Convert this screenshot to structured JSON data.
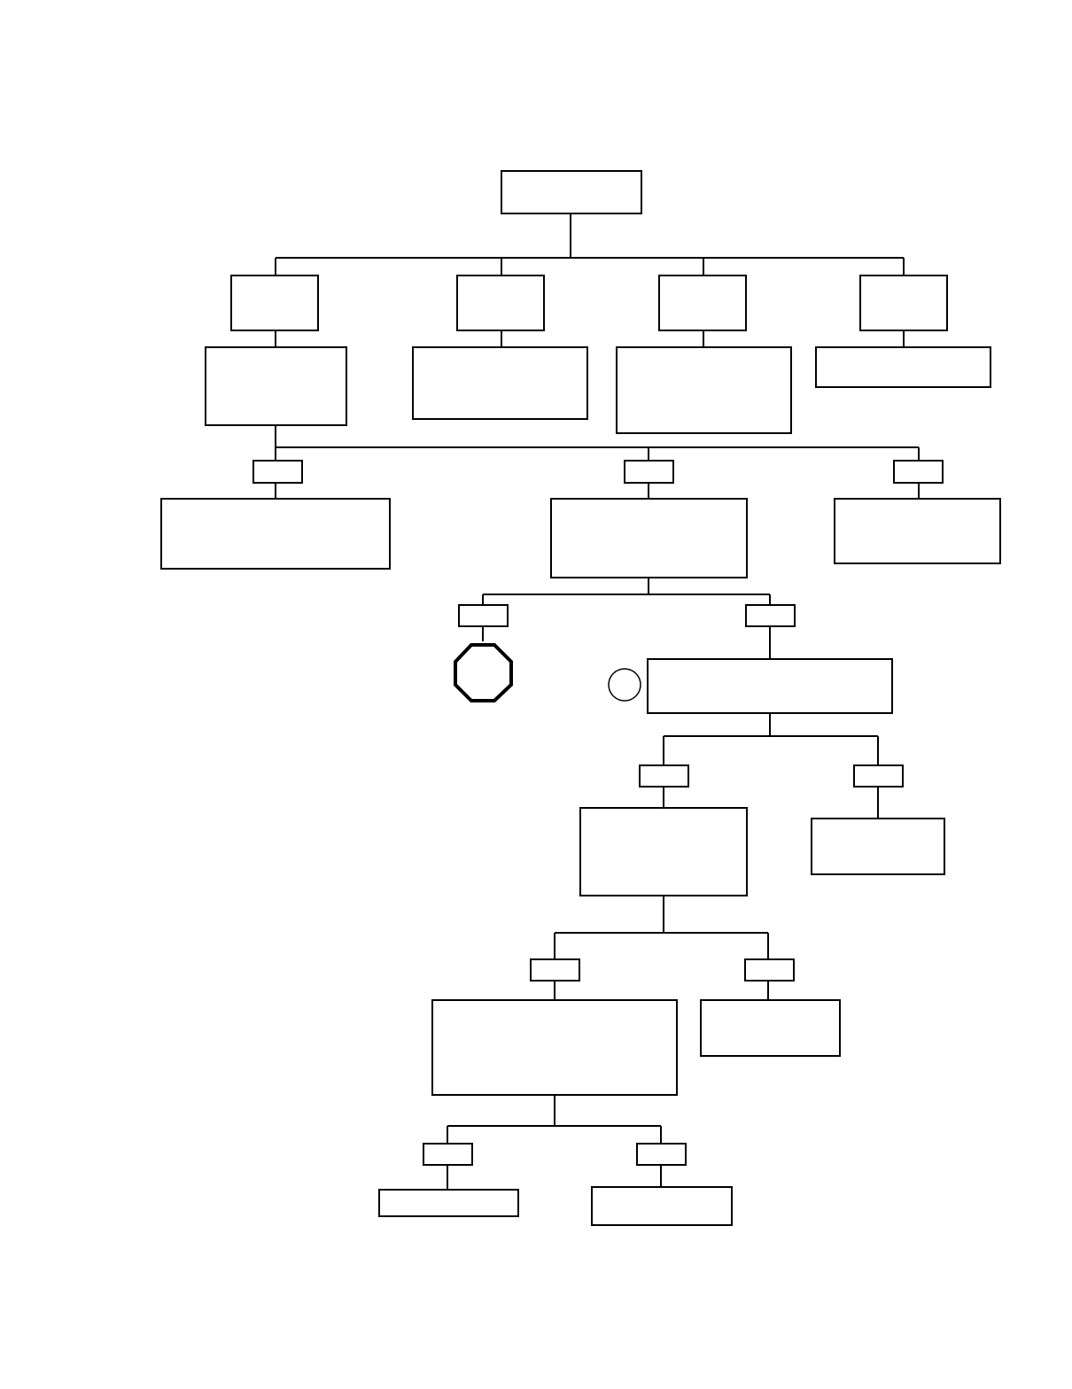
{
  "diagram": {
    "type": "flowchart",
    "line_color": "#000000",
    "fill_color": "#ffffff",
    "nodes": [
      {
        "id": "root",
        "label": ""
      },
      {
        "id": "l1-a",
        "label": ""
      },
      {
        "id": "l1-b",
        "label": ""
      },
      {
        "id": "l1-c",
        "label": ""
      },
      {
        "id": "l1-d",
        "label": ""
      },
      {
        "id": "l2-a",
        "label": ""
      },
      {
        "id": "l2-b",
        "label": ""
      },
      {
        "id": "l2-c",
        "label": ""
      },
      {
        "id": "l2-d",
        "label": ""
      },
      {
        "id": "br1-tag-left",
        "label": ""
      },
      {
        "id": "br1-tag-mid",
        "label": ""
      },
      {
        "id": "br1-tag-right",
        "label": ""
      },
      {
        "id": "br1-box-left",
        "label": ""
      },
      {
        "id": "br1-box-mid",
        "label": ""
      },
      {
        "id": "br1-box-right",
        "label": ""
      },
      {
        "id": "br2-tag-left",
        "label": ""
      },
      {
        "id": "br2-tag-right",
        "label": ""
      },
      {
        "id": "stop",
        "label": "",
        "shape": "octagon"
      },
      {
        "id": "connector-circle",
        "label": "",
        "shape": "circle"
      },
      {
        "id": "br2-box-right",
        "label": ""
      },
      {
        "id": "br3-tag-left",
        "label": ""
      },
      {
        "id": "br3-tag-right",
        "label": ""
      },
      {
        "id": "br3-box-left",
        "label": ""
      },
      {
        "id": "br3-box-right",
        "label": ""
      },
      {
        "id": "br4-tag-left",
        "label": ""
      },
      {
        "id": "br4-tag-right",
        "label": ""
      },
      {
        "id": "br4-box-left",
        "label": ""
      },
      {
        "id": "br4-box-right",
        "label": ""
      },
      {
        "id": "br5-tag-left",
        "label": ""
      },
      {
        "id": "br5-tag-right",
        "label": ""
      },
      {
        "id": "br5-box-left",
        "label": ""
      },
      {
        "id": "br5-box-right",
        "label": ""
      }
    ]
  }
}
